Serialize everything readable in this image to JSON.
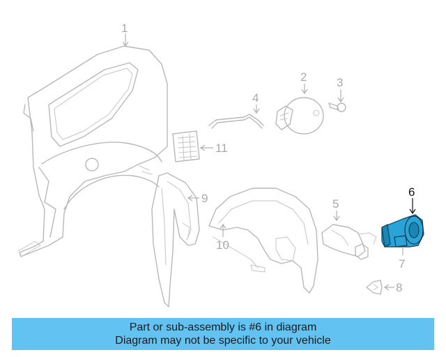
{
  "diagram": {
    "callouts": [
      {
        "id": "1",
        "label": "1"
      },
      {
        "id": "2",
        "label": "2"
      },
      {
        "id": "3",
        "label": "3"
      },
      {
        "id": "4",
        "label": "4"
      },
      {
        "id": "5",
        "label": "5"
      },
      {
        "id": "6",
        "label": "6"
      },
      {
        "id": "7",
        "label": "7"
      },
      {
        "id": "8",
        "label": "8"
      },
      {
        "id": "9",
        "label": "9"
      },
      {
        "id": "10",
        "label": "10"
      },
      {
        "id": "11",
        "label": "11"
      }
    ],
    "highlighted_part": "6",
    "highlight_color": "#2aa3d6"
  },
  "banner": {
    "line1": "Part or sub-assembly is #6 in diagram",
    "line2": "Diagram may not be specific to your vehicle",
    "background": "#62c3f3"
  }
}
